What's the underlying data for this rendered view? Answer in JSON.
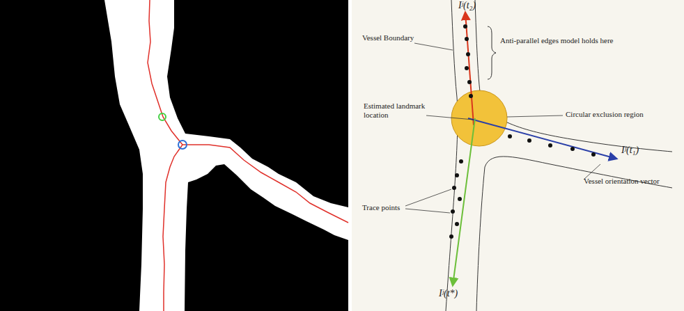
{
  "diagram": {
    "labels": [
      "Iʲ(t₂)",
      "Vessel Boundary",
      "Anti-parallel edges model holds here",
      "Estimated landmark location",
      "Circular exclusion region",
      "Iʲ(t₁)",
      "Trace points",
      "Vessel orientation vector",
      "Iʲ(t*)"
    ]
  }
}
